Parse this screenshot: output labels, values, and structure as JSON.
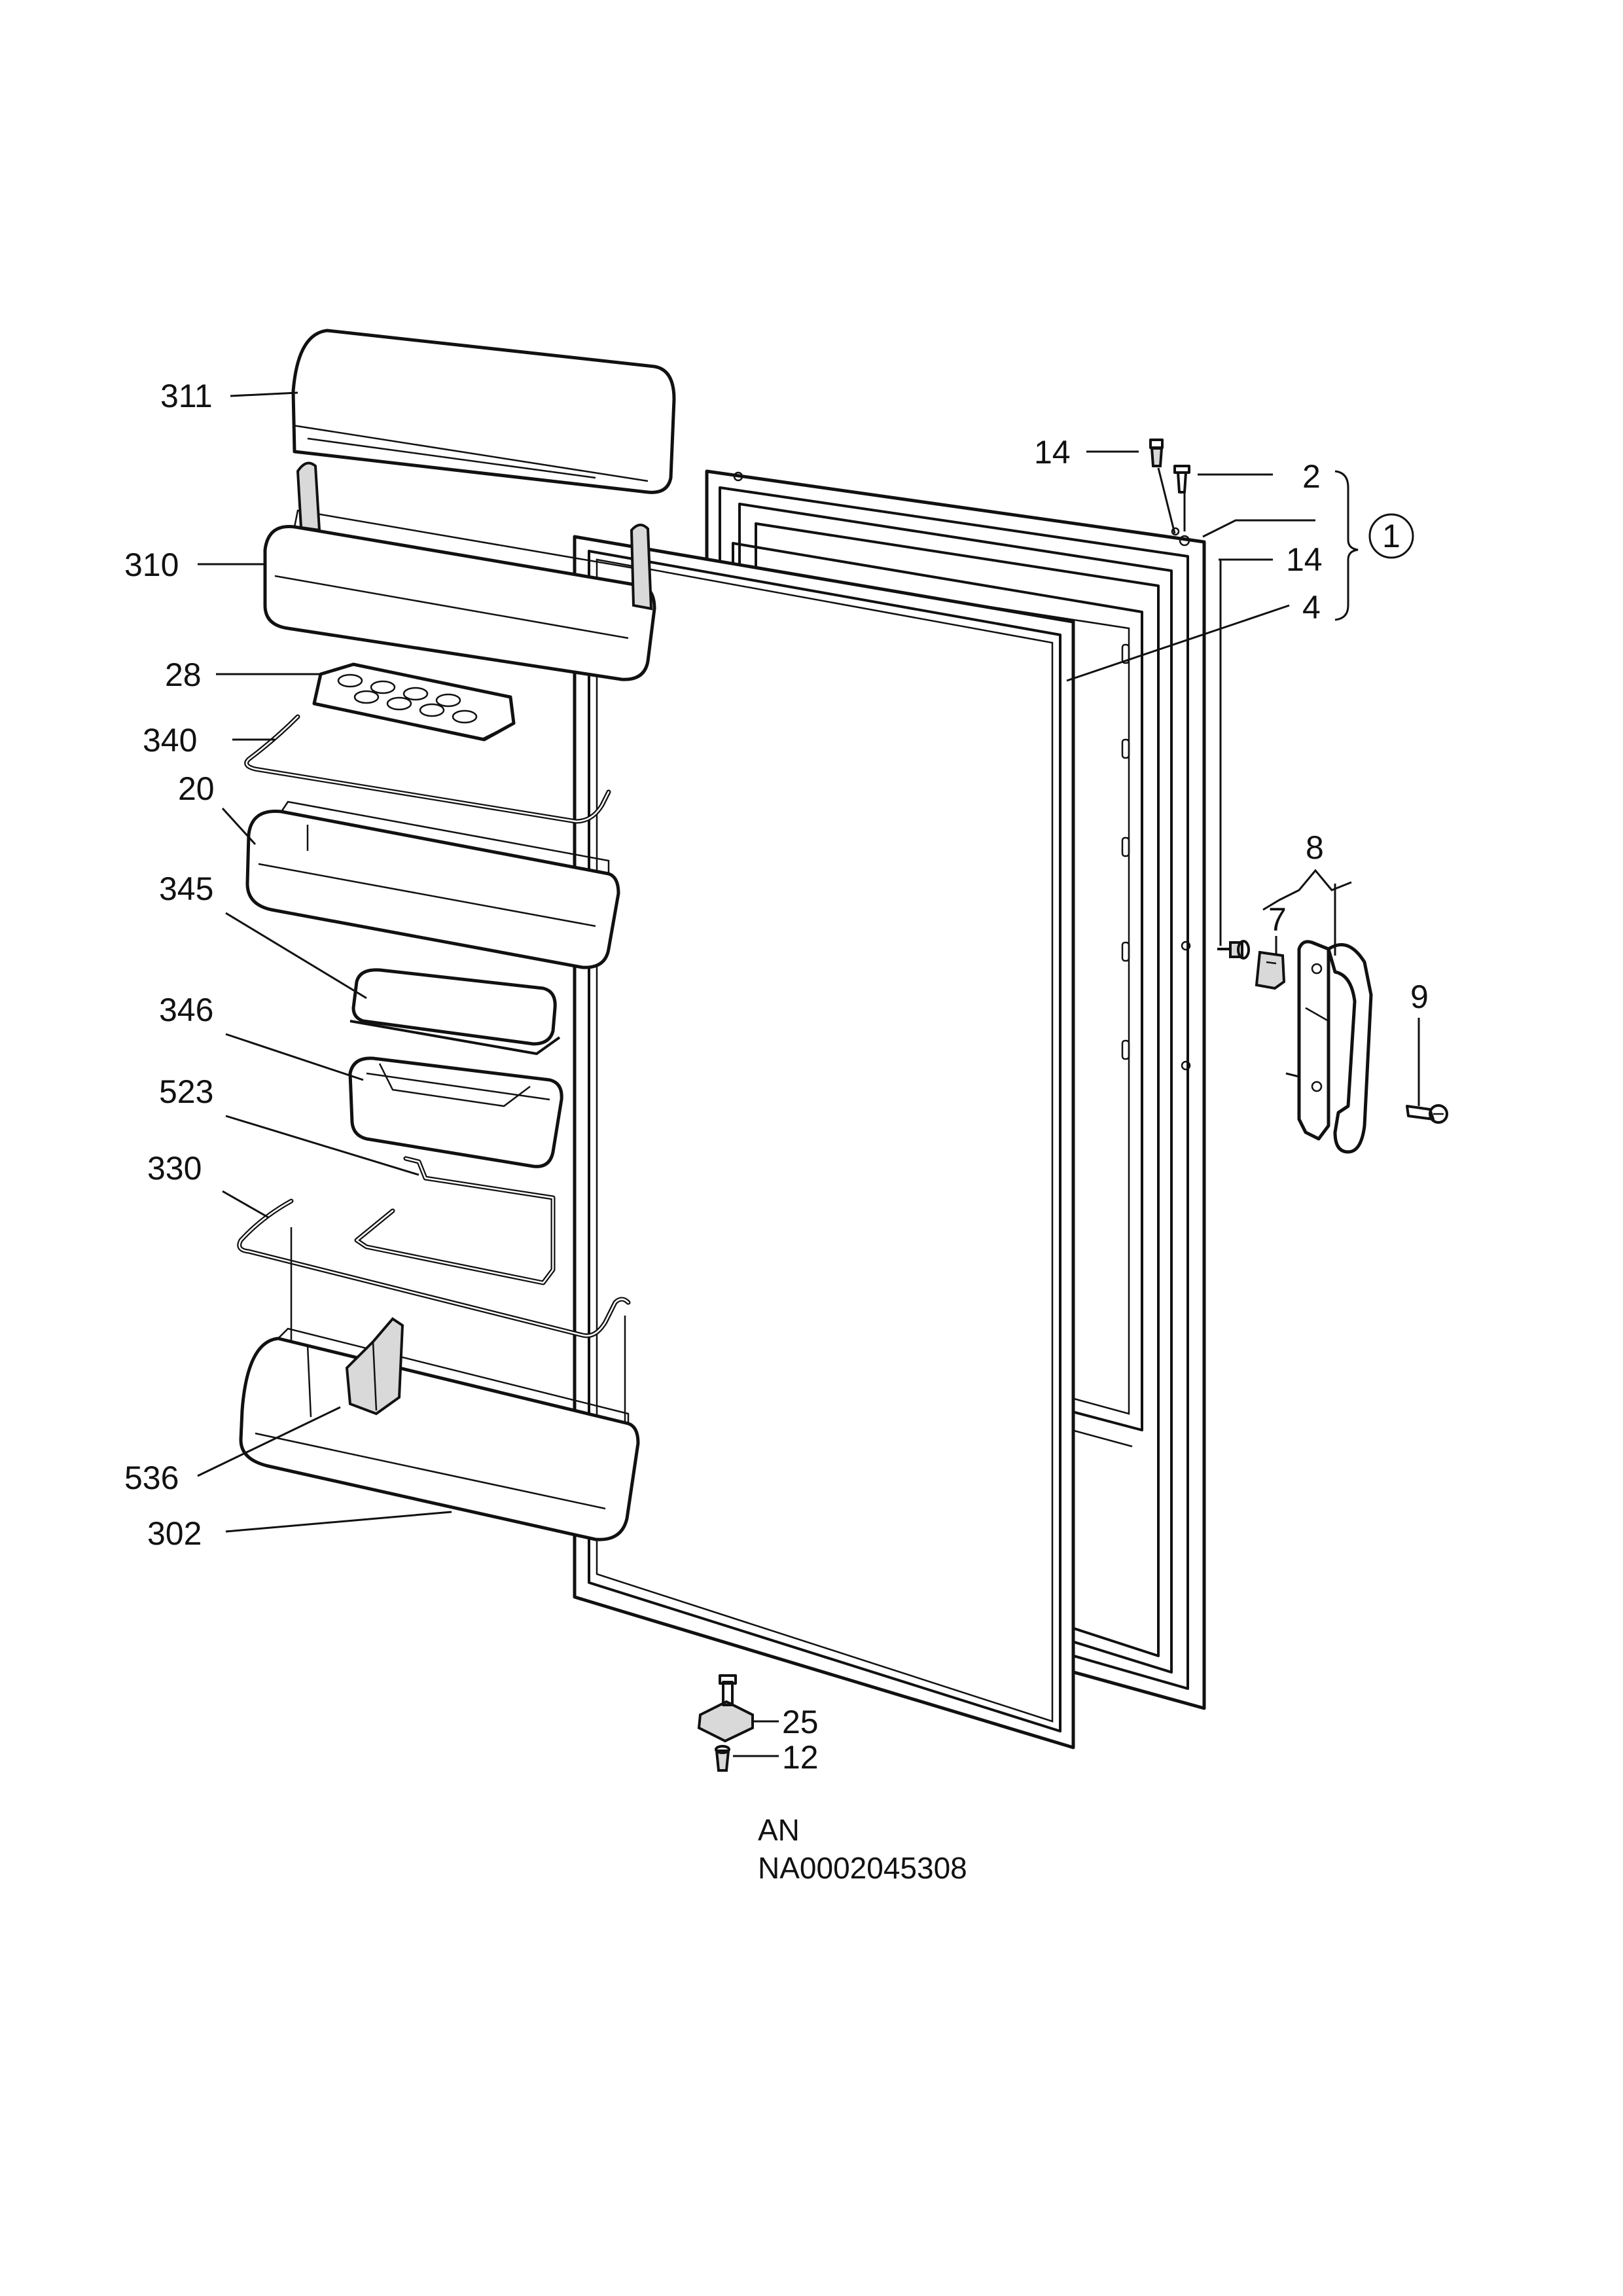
{
  "labels": {
    "p311": "311",
    "p310": "310",
    "p28": "28",
    "p340": "340",
    "p20": "20",
    "p345": "345",
    "p346": "346",
    "p523": "523",
    "p330": "330",
    "p536": "536",
    "p302": "302",
    "p14a": "14",
    "p2": "2",
    "p1": "1",
    "p14b": "14",
    "p4": "4",
    "p8": "8",
    "p7": "7",
    "p9": "9",
    "p25": "25",
    "p12": "12"
  },
  "caption": {
    "line1": "AN",
    "line2": "NA0002045308"
  }
}
